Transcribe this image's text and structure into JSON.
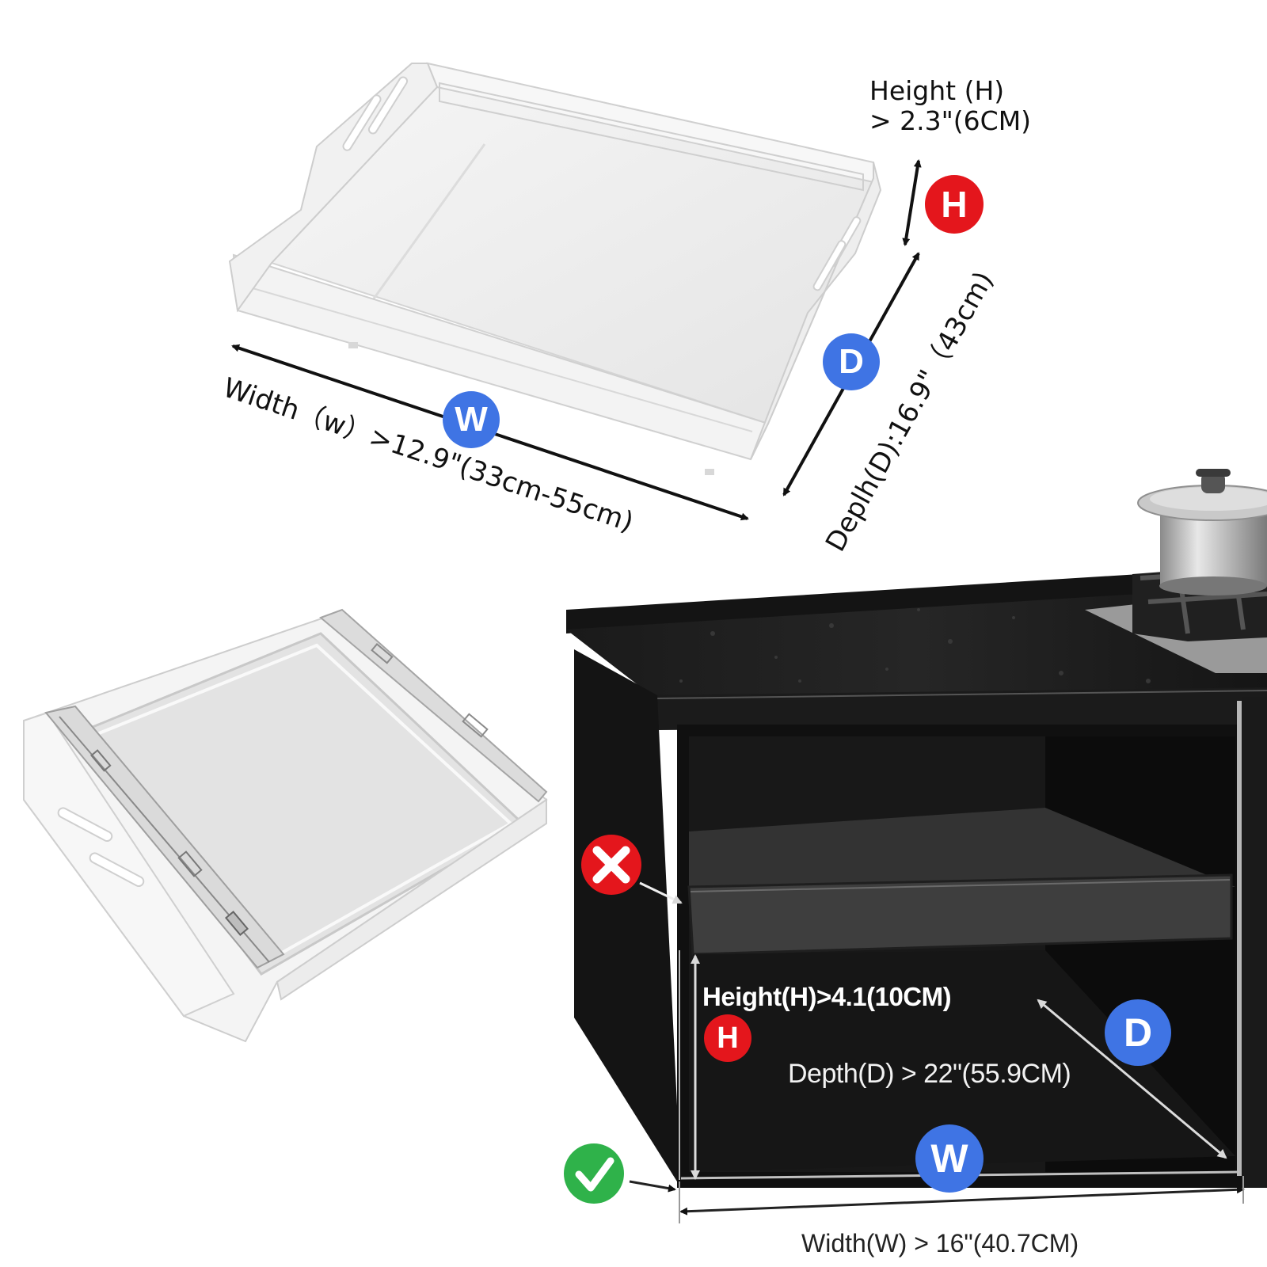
{
  "shelf_dimensions": {
    "height_title": "Height (H)",
    "height_value": "> 2.3\"(6CM)",
    "width": "Width（w）>12.9\"(33cm-55cm)",
    "depth": "Deplh(D):16.9\"（43cm)"
  },
  "cabinet_requirements": {
    "height": "Height(H)>4.1(10CM)",
    "depth": "Depth(D) > 22\"(55.9CM)",
    "width": "Width(W) > 16\"(40.7CM)"
  },
  "badges": {
    "height": "H",
    "width": "W",
    "depth": "D"
  },
  "colors": {
    "height_badge": "#e4161c",
    "dimension_badge": "#3f74e4",
    "incorrect_mark": "#e4161c",
    "correct_mark": "#2fb24a",
    "cabinet": "#151515",
    "countertop": "#1e1e1e"
  },
  "marks": {
    "incorrect": "cross-icon",
    "correct": "check-icon"
  }
}
